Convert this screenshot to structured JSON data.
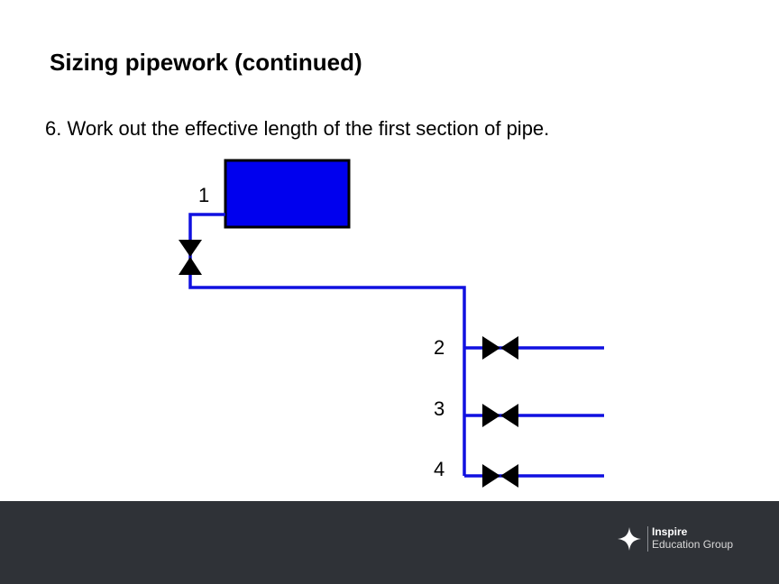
{
  "slide": {
    "title": "Sizing pipework (continued)",
    "instruction": "6. Work out the effective length of the first section of pipe."
  },
  "diagram": {
    "outlet_labels": [
      "1",
      "2",
      "3",
      "4"
    ],
    "colors": {
      "pipe": "#1010e0",
      "tank_fill": "#0000ee",
      "tank_border": "#000000",
      "valve": "#000000"
    }
  },
  "footer": {
    "background": "#2f3237",
    "logo_name": "Inspire",
    "logo_subtitle": "Education Group"
  }
}
